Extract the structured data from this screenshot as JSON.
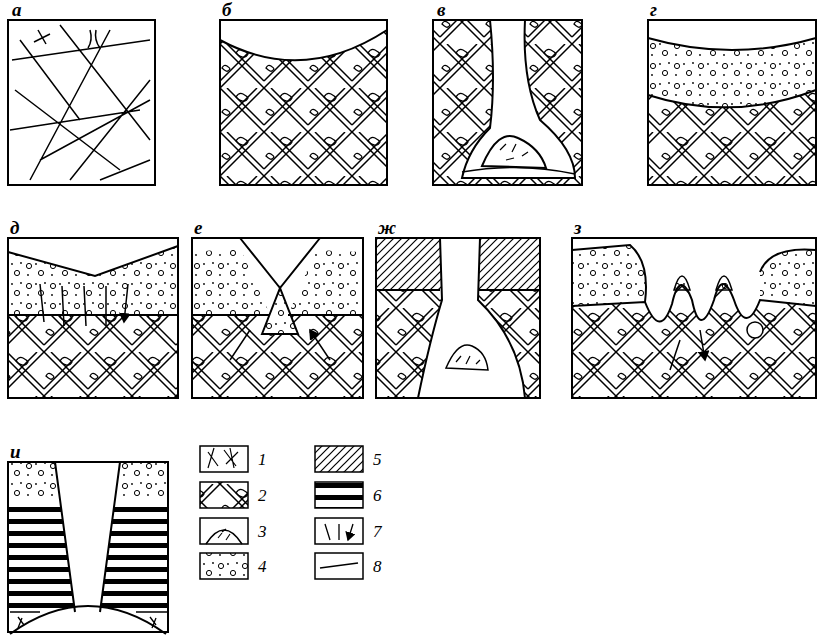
{
  "diagram": {
    "labels": [
      "а",
      "б",
      "в",
      "г",
      "д",
      "е",
      "ж",
      "з",
      "и"
    ],
    "legend": [
      {
        "text": "1"
      },
      {
        "text": "2"
      },
      {
        "text": "3"
      },
      {
        "text": "4"
      },
      {
        "text": "5"
      },
      {
        "text": "6"
      },
      {
        "text": "7"
      },
      {
        "text": "8"
      }
    ]
  }
}
